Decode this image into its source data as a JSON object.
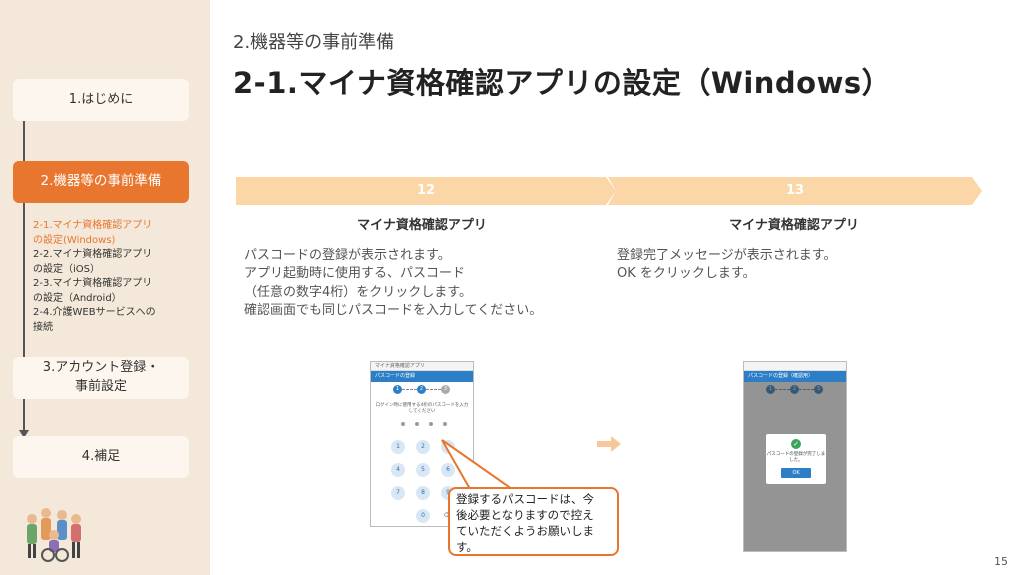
{
  "sidebar": {
    "nav": [
      {
        "label": "1.はじめに"
      },
      {
        "label": "2.機器等の事前準備"
      },
      {
        "label_line1": "3.アカウント登録・",
        "label_line2": "事前設定"
      },
      {
        "label": "4.補足"
      }
    ],
    "subitems": [
      {
        "line1": "2-1.マイナ資格確認アプリ",
        "line2": "の設定(Windows)"
      },
      {
        "line1": "2-2.マイナ資格確認アプリ",
        "line2": "の設定（iOS）"
      },
      {
        "line1": "2-3.マイナ資格確認アプリ",
        "line2": "の設定（Android）"
      },
      {
        "line1": "2-4.介護WEBサービスへの",
        "line2": "接続"
      }
    ]
  },
  "header": {
    "section": "2.機器等の事前準備",
    "title": "2-1.マイナ資格確認アプリの設定（Windows）"
  },
  "steps": [
    {
      "number": "12",
      "title": "マイナ資格確認アプリ",
      "desc": [
        "パスコードの登録が表示されます。",
        "アプリ起動時に使用する、パスコード",
        "（任意の数字4桁）をクリックします。",
        "確認画面でも同じパスコードを入力してください。"
      ],
      "screen": {
        "titlebar": "マイナ資格確認アプリ",
        "header": "パスコードの登録",
        "progress": [
          "1",
          "2",
          "3"
        ],
        "instruction": "ログイン時に使用する4桁のパスコードを入力してください",
        "keys": [
          "1",
          "2",
          "3",
          "4",
          "5",
          "6",
          "7",
          "8",
          "9",
          "",
          "0",
          "⌫"
        ]
      }
    },
    {
      "number": "13",
      "title": "マイナ資格確認アプリ",
      "desc": [
        "登録完了メッセージが表示されます。",
        "OK をクリックします。"
      ],
      "screen": {
        "header": "パスコードの登録（確認用）",
        "progress": [
          "1",
          "2",
          "3"
        ],
        "dialog_message": "パスコードの登録が完了しました。",
        "ok_label": "OK"
      }
    }
  ],
  "callout": {
    "lines": [
      "登録するパスコードは、今",
      "後必要となりますので控え",
      "ていただくようお願いしま",
      "す。"
    ]
  },
  "page_number": "15",
  "colors": {
    "accent": "#e8762e",
    "sidebar_bg": "#f3e8d9",
    "band": "#fbd7a8",
    "app_blue": "#2c7fc6"
  }
}
